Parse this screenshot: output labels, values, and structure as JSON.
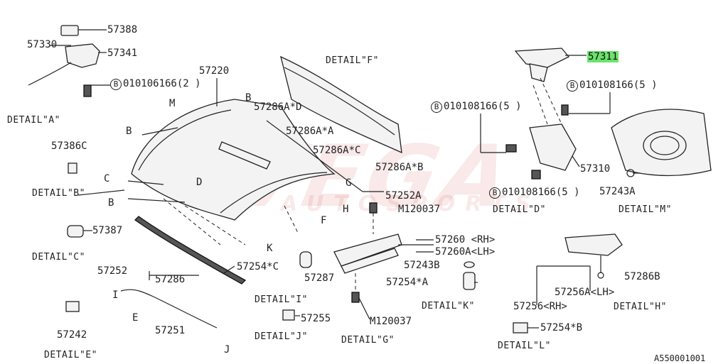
{
  "watermark": {
    "main": "VEGA",
    "sub": "AUTOSPORTS"
  },
  "labels": {
    "p57388": "57388",
    "p57330": "57330",
    "p57341": "57341",
    "p57220": "57220",
    "b1": "B",
    "bolt_a": "010106166(2 )",
    "detail_a": "DETAIL\"A\"",
    "m_top": "M",
    "b_top": "B",
    "b_left": "B",
    "p57386c": "57386C",
    "c_left": "C",
    "detail_b": "DETAIL\"B\"",
    "b_left2": "B",
    "d_mid": "D",
    "p57387": "57387",
    "detail_c": "DETAIL\"C\"",
    "p57252": "57252",
    "p57286": "57286",
    "p57254c": "57254*C",
    "k_mid": "K",
    "p57287": "57287",
    "detail_i": "DETAIL\"I\"",
    "i_lbl": "I",
    "e_lbl": "E",
    "p57251": "57251",
    "p57242": "57242",
    "detail_e": "DETAIL\"E\"",
    "j_lbl": "J",
    "p57255": "57255",
    "detail_j": "DETAIL\"J\"",
    "detail_f": "DETAIL\"F\"",
    "p57286ad": "57286A*D",
    "p57286aa": "57286A*A",
    "p57286ac": "57286A*C",
    "p57286ab": "57286A*B",
    "p57252a": "57252A",
    "g_lbl": "G",
    "h_lbl": "H",
    "f_lbl": "F",
    "m120037a": "M120037",
    "p57260": "57260 <RH>",
    "p57260a": "57260A<LH>",
    "p57243b": "57243B",
    "p57254a": "57254*A",
    "detail_k": "DETAIL\"K\"",
    "m120037b": "M120037",
    "detail_g": "DETAIL\"G\"",
    "p57311": "57311",
    "b2": "B",
    "bolt_d1": "010108166(5 )",
    "b3": "B",
    "bolt_d2": "010108166(5 )",
    "b4": "B",
    "bolt_d3": "010108166(5 )",
    "p57310": "57310",
    "p57243a": "57243A",
    "detail_d": "DETAIL\"D\"",
    "detail_m": "DETAIL\"M\"",
    "p57256rh": "57256<RH>",
    "p57256alh": "57256A<LH>",
    "p57286b": "57286B",
    "detail_h": "DETAIL\"H\"",
    "p57254b": "57254*B",
    "detail_l": "DETAIL\"L\"",
    "code": "A550001001"
  },
  "colors": {
    "highlight": "#6be36b",
    "line": "#222222",
    "watermark": "#c82828"
  }
}
